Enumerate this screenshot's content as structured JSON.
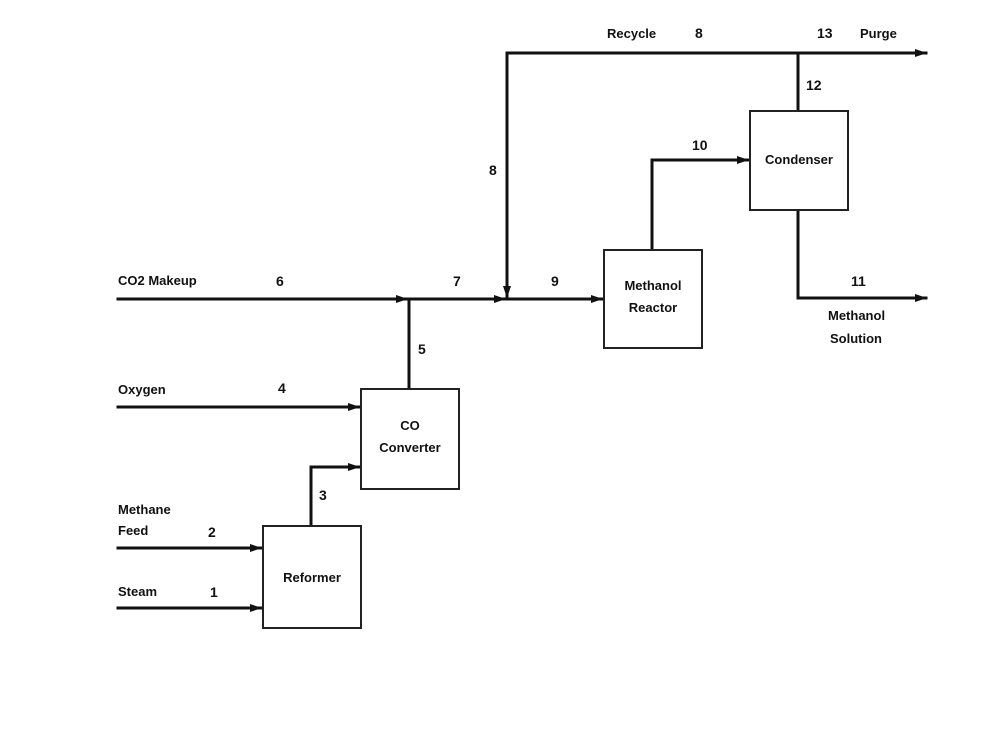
{
  "units": {
    "reformer": "Reformer",
    "co_converter": [
      "CO",
      "Converter"
    ],
    "methanol_reactor": [
      "Methanol",
      "Reactor"
    ],
    "condenser": "Condenser"
  },
  "inputs": {
    "co2_makeup": "CO2 Makeup",
    "oxygen": "Oxygen",
    "methane_feed": [
      "Methane",
      "Feed"
    ],
    "steam": "Steam"
  },
  "outputs": {
    "recycle": "Recycle",
    "purge": "Purge",
    "methanol_solution": [
      "Methanol",
      "Solution"
    ]
  },
  "streams": {
    "s1": "1",
    "s2": "2",
    "s3": "3",
    "s4": "4",
    "s5": "5",
    "s6": "6",
    "s7": "7",
    "s8_top": "8",
    "s8_vert": "8",
    "s9": "9",
    "s10": "10",
    "s11": "11",
    "s12": "12",
    "s13": "13"
  }
}
